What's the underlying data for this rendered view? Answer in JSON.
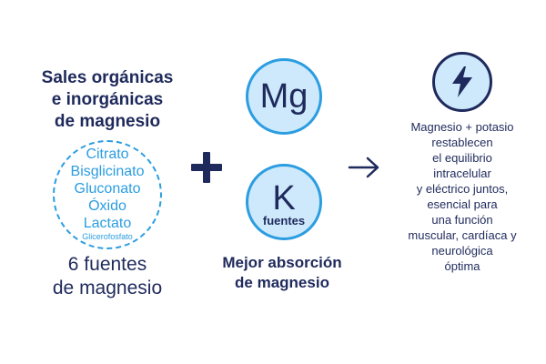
{
  "left": {
    "title_lines": [
      "Sales orgánicas",
      "e inorgánicas",
      "de magnesio"
    ],
    "salts": [
      "Citrato",
      "Bisglicinato",
      "Gluconato",
      "Óxido",
      "Lactato"
    ],
    "salts_small": "Glicerofosfato",
    "sources_lines": [
      "6 fuentes",
      "de magnesio"
    ]
  },
  "middle": {
    "mg_symbol": "Mg",
    "k_symbol": "K",
    "k_subtitle": "fuentes",
    "absorption_lines": [
      "Mejor absorción",
      "de magnesio"
    ]
  },
  "right": {
    "icon": "lightning-bolt-icon",
    "description_lines": [
      "Magnesio + potasio",
      "restablecen",
      "el equilibrio",
      "intracelular",
      "y eléctrico juntos,",
      "esencial para",
      "una función",
      "muscular, cardíaca y",
      "neurológica",
      "óptima"
    ]
  },
  "colors": {
    "navy": "#1f2a5c",
    "blue": "#2b9de0",
    "light_blue": "#cde9fb",
    "background": "#ffffff"
  }
}
